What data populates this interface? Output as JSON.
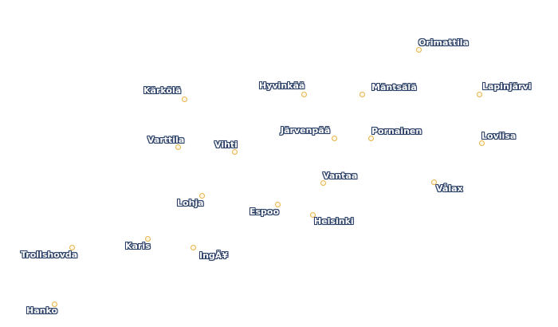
{
  "map": {
    "marker_color": "#e8b34a",
    "label_color": "#ffffff",
    "label_halo_color": "#2a3f66",
    "places": [
      {
        "id": "orimattila",
        "name": "Orimattila"
      },
      {
        "id": "hyvinkaa",
        "name": "Hyvinkää"
      },
      {
        "id": "mantsala",
        "name": "Mäntsälä"
      },
      {
        "id": "lapinjarvi",
        "name": "Lapinjärvi"
      },
      {
        "id": "karkola",
        "name": "Kärkölä"
      },
      {
        "id": "jarvenpaa",
        "name": "Järvenpää"
      },
      {
        "id": "pornainen",
        "name": "Pornainen"
      },
      {
        "id": "loviisa",
        "name": "Loviisa"
      },
      {
        "id": "varttila",
        "name": "Varttila"
      },
      {
        "id": "vihti",
        "name": "Vihti"
      },
      {
        "id": "vantaa",
        "name": "Vantaa"
      },
      {
        "id": "valax",
        "name": "Vålax"
      },
      {
        "id": "lohja",
        "name": "Lohja"
      },
      {
        "id": "espoo",
        "name": "Espoo"
      },
      {
        "id": "helsinki",
        "name": "Helsinki"
      },
      {
        "id": "trollshovda",
        "name": "Trollshovda"
      },
      {
        "id": "karis",
        "name": "Karis"
      },
      {
        "id": "inga",
        "name": "IngÃ¥"
      },
      {
        "id": "hanko",
        "name": "Hanko"
      }
    ]
  }
}
